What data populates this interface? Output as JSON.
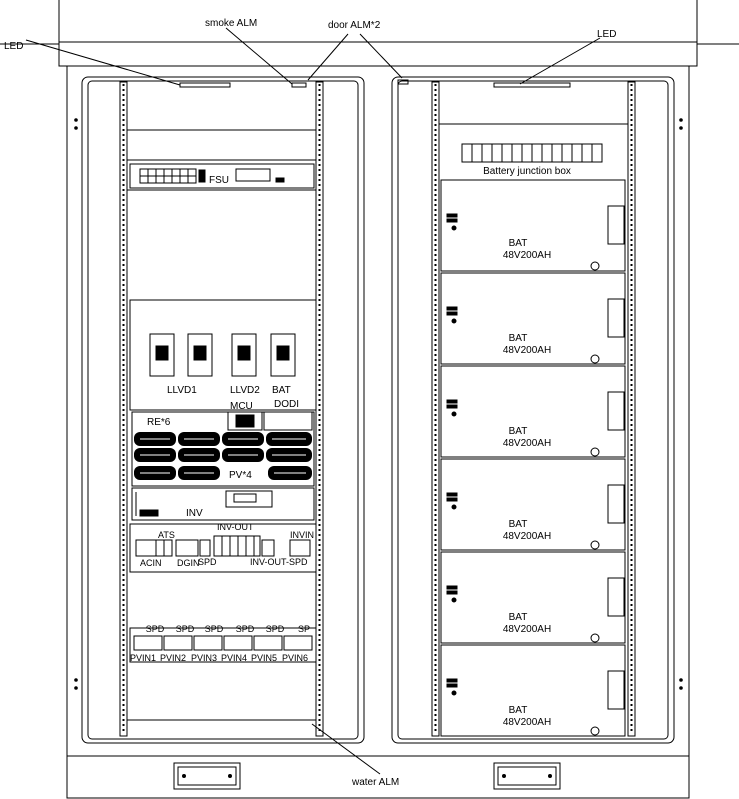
{
  "callouts": {
    "smoke_alm": "smoke  ALM",
    "door_alm": "door  ALM*2",
    "led_left": "LED",
    "led_right": "LED",
    "water_alm": "water  ALM"
  },
  "left_cabinet": {
    "fsu": "FSU",
    "llvd1": "LLVD1",
    "llvd2": "LLVD2",
    "bat": "BAT",
    "mcu": "MCU",
    "dodi": "DODI",
    "re": "RE*6",
    "pv": "PV*4",
    "inv": "INV",
    "inv_out": "INV-OUT",
    "ats": "ATS",
    "invin": "INVIN",
    "acin": "ACIN",
    "dgin": "DGIN",
    "spd_ac": "SPD",
    "inv_out_spd": "INV-OUT-SPD",
    "spd_labels": [
      "SPD",
      "SPD",
      "SPD",
      "SPD",
      "SPD",
      "SP"
    ],
    "pvin_labels": [
      "PVIN1",
      "PVIN2",
      "PVIN3",
      "PVIN4",
      "PVIN5",
      "PVIN6"
    ]
  },
  "right_cabinet": {
    "junction_box": "Battery junction box",
    "batteries": [
      {
        "name": "BAT",
        "spec": "48V200AH"
      },
      {
        "name": "BAT",
        "spec": "48V200AH"
      },
      {
        "name": "BAT",
        "spec": "48V200AH"
      },
      {
        "name": "BAT",
        "spec": "48V200AH"
      },
      {
        "name": "BAT",
        "spec": "48V200AH"
      },
      {
        "name": "BAT",
        "spec": "48V200AH"
      }
    ]
  }
}
